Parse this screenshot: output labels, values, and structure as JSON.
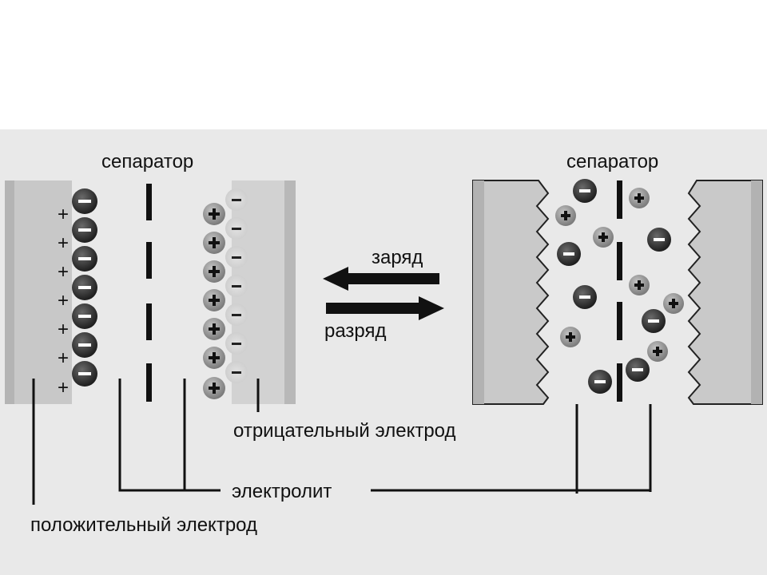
{
  "labels": {
    "separator_left": "сепаратор",
    "separator_right": "сепаратор",
    "charge": "заряд",
    "discharge": "разряд",
    "negative_electrode": "отрицательный электрод",
    "electrolyte": "электролит",
    "positive_electrode": "положительный электрод"
  },
  "symbols": {
    "plus": "+",
    "minus": "−"
  },
  "colors": {
    "panel_bg": "#e9e9e9",
    "electrode": "#c9c9c9",
    "anion": "#3a3a3a",
    "cation": "#8d8d8d",
    "arrow": "#111111"
  }
}
